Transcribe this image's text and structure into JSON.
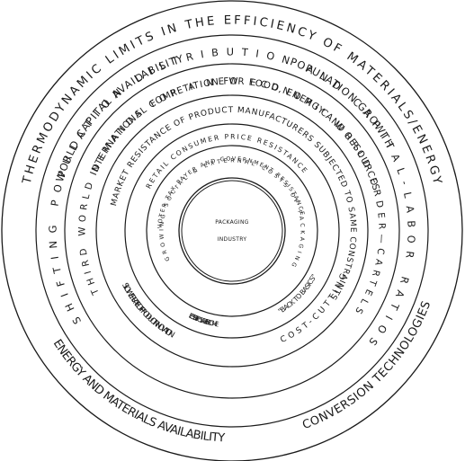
{
  "bands": [
    {
      "id": "band1",
      "labels": [
        {
          "text": "THERMODYNAMIC LIMITS IN THE EFFICIENCY OF MATERIALS/ENERGY",
          "side": "top"
        },
        {
          "text": "ENERGY AND MATERIALS AVAILABILITY",
          "side": "bottom"
        },
        {
          "text": "CONVERSION TECHNOLOGIES",
          "side": "bottom"
        }
      ]
    },
    {
      "id": "band2",
      "labels": [
        {
          "text": "WORLD CAPITAL AVAILABILITY",
          "side": "top"
        },
        {
          "text": "POPULATION GROWTH",
          "side": "top"
        },
        {
          "text": "SHIFTING POPULATION-DISTRIBUTION AND CAPITAL-LABOR RATIOS",
          "side": "bottom"
        }
      ]
    },
    {
      "id": "band3",
      "labels": [
        {
          "text": "INTERNATIONAL COMPETITION FOR FOOD, ENERGY AND RESOURCES",
          "side": "top"
        },
        {
          "text": "THIRD WORLD DEMANDS FOR A NEW ECONOMIC WORLD ORDER—CARTELS",
          "side": "bottom"
        }
      ]
    },
    {
      "id": "band4",
      "labels": [
        {
          "text": "MARKET RESISTANCE OF PRODUCT MANUFACTURERS SUBJECTED TO SAME CONSTRAINTS",
          "side": "top"
        },
        {
          "text": "SLOWER RATE OF PRODUCT INNOVATION",
          "side": "bottom"
        },
        {
          "text": "COST-CUTTING",
          "side": "bottom"
        }
      ]
    },
    {
      "id": "band5",
      "labels": [
        {
          "text": "RETAIL CONSUMER PRICE RESISTANCE",
          "side": "top"
        },
        {
          "text": "LESS DISPOSABLE INCOME",
          "side": "bottom"
        },
        {
          "text": "\"BACK TO BASICS\"",
          "side": "bottom"
        }
      ]
    },
    {
      "id": "band6",
      "labels": [
        {
          "text": "VOTER TAX-PAYER AND GOVERNMENT RESISTANCE",
          "side": "top"
        },
        {
          "text": "GROWING SOCIAL & EXTERNAL COSTS OF PACKAGING",
          "side": "bottom"
        }
      ]
    }
  ],
  "core": {
    "line1": "PACKAGING",
    "line2": "INDUSTRY"
  }
}
